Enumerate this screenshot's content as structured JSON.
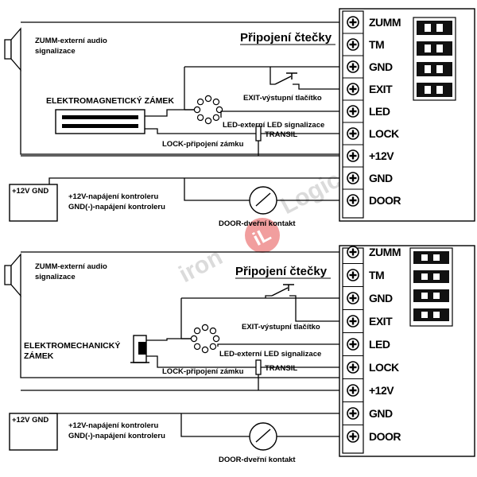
{
  "watermark": {
    "text_left": "iron",
    "text_right": "Logic",
    "logo_letters": "iL",
    "logo_color": "#e23a3a",
    "text_color": "#d8d8d8"
  },
  "diagrams": [
    {
      "reader_title": "Připojení čtečky",
      "terminals": [
        "ZUMM",
        "TM",
        "GND",
        "EXIT",
        "LED",
        "LOCK",
        "+12V",
        "GND",
        "DOOR"
      ],
      "speaker_label": [
        "ZUMM-externí audio",
        "signalizace"
      ],
      "lock_title": [
        "ELEKTROMAGNETICKÝ ZÁMEK"
      ],
      "exit_label": "EXIT-výstupní tlačítko",
      "led_label": "LED-externí LED signalizace",
      "lock_label": "LOCK-připojení zámku",
      "transil_label": "TRANSIL",
      "power_box": "+12V GND",
      "power_label": [
        "+12V-napájení kontroleru",
        "GND(-)-napájení kontroleru"
      ],
      "door_label": "DOOR-dveřní kontakt"
    },
    {
      "reader_title": "Připojení čtečky",
      "terminals": [
        "ZUMM",
        "TM",
        "GND",
        "EXIT",
        "LED",
        "LOCK",
        "+12V",
        "GND",
        "DOOR"
      ],
      "speaker_label": [
        "ZUMM-externí audio",
        "signalizace"
      ],
      "lock_title": [
        "ELEKTROMECHANICKÝ",
        "ZÁMEK"
      ],
      "exit_label": "EXIT-výstupní tlačítko",
      "led_label": "LED-externí LED signalizace",
      "lock_label": "LOCK-připojení zámku",
      "transil_label": "TRANSIL",
      "power_box": "+12V GND",
      "power_label": [
        "+12V-napájení kontroleru",
        "GND(-)-napájení kontroleru"
      ],
      "door_label": "DOOR-dveřní kontakt"
    }
  ]
}
